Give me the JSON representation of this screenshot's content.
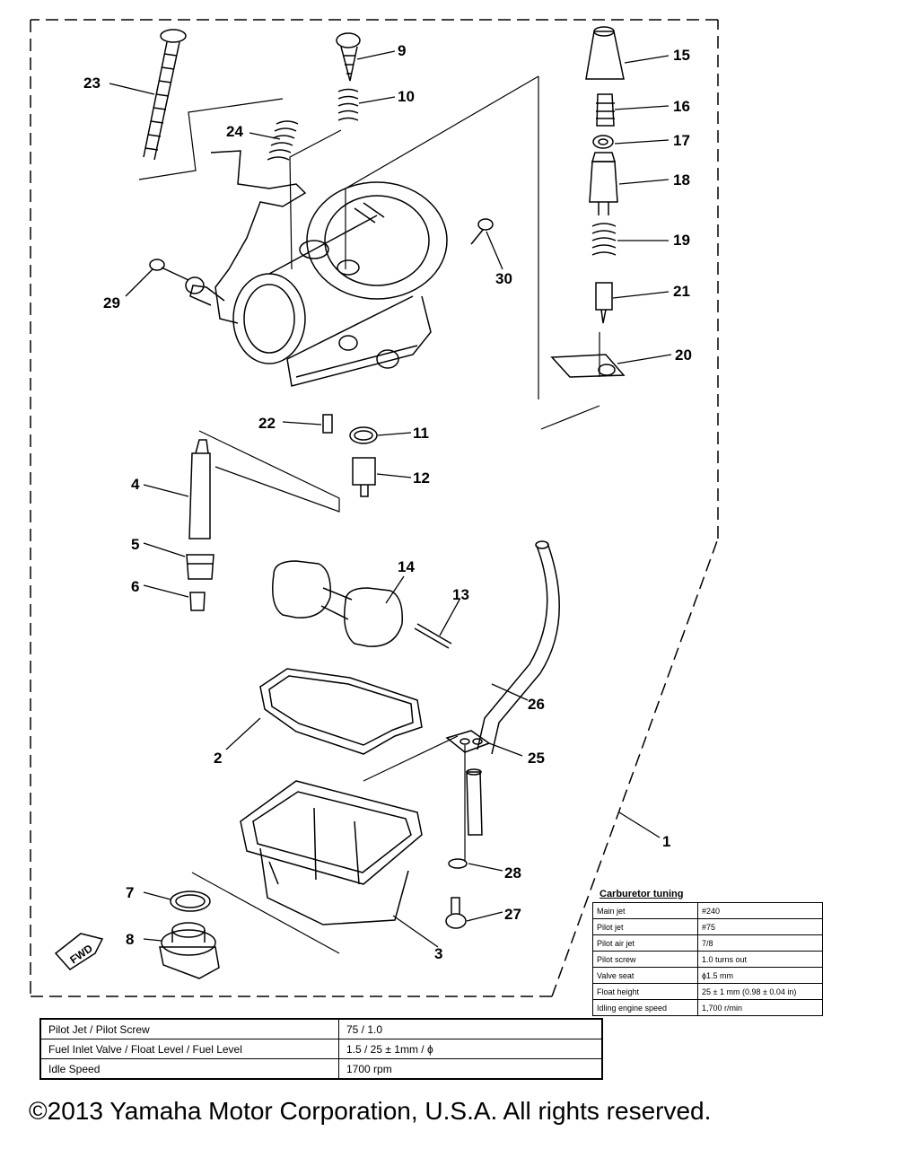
{
  "callouts": {
    "c1": "1",
    "c2": "2",
    "c3": "3",
    "c4": "4",
    "c5": "5",
    "c6": "6",
    "c7": "7",
    "c8": "8",
    "c9": "9",
    "c10": "10",
    "c11": "11",
    "c12": "12",
    "c13": "13",
    "c14": "14",
    "c15": "15",
    "c16": "16",
    "c17": "17",
    "c18": "18",
    "c19": "19",
    "c20": "20",
    "c21": "21",
    "c22": "22",
    "c23": "23",
    "c24": "24",
    "c25": "25",
    "c26": "26",
    "c27": "27",
    "c28": "28",
    "c29": "29",
    "c30": "30"
  },
  "fwd_badge": "FWD",
  "tuning": {
    "title": "Carburetor tuning",
    "rows": [
      {
        "k": "Main jet",
        "v": "#240"
      },
      {
        "k": "Pilot jet",
        "v": "#75"
      },
      {
        "k": "Pilot air jet",
        "v": "7/8"
      },
      {
        "k": "Pilot screw",
        "v": "1.0 turns out"
      },
      {
        "k": "Valve seat",
        "v": "ϕ1.5 mm"
      },
      {
        "k": "Float height",
        "v": "25 ± 1 mm (0.98 ± 0.04 in)"
      },
      {
        "k": "Idling engine speed",
        "v": "1,700 r/min"
      }
    ]
  },
  "spec": {
    "rows": [
      {
        "k": "Pilot Jet / Pilot Screw",
        "v": "75 / 1.0"
      },
      {
        "k": "Fuel Inlet Valve / Float Level / Fuel Level",
        "v": "1.5 / 25 ± 1mm / ϕ"
      },
      {
        "k": "Idle Speed",
        "v": "1700 rpm"
      }
    ]
  },
  "copyright": "©2013 Yamaha Motor Corporation, U.S.A. All rights reserved."
}
